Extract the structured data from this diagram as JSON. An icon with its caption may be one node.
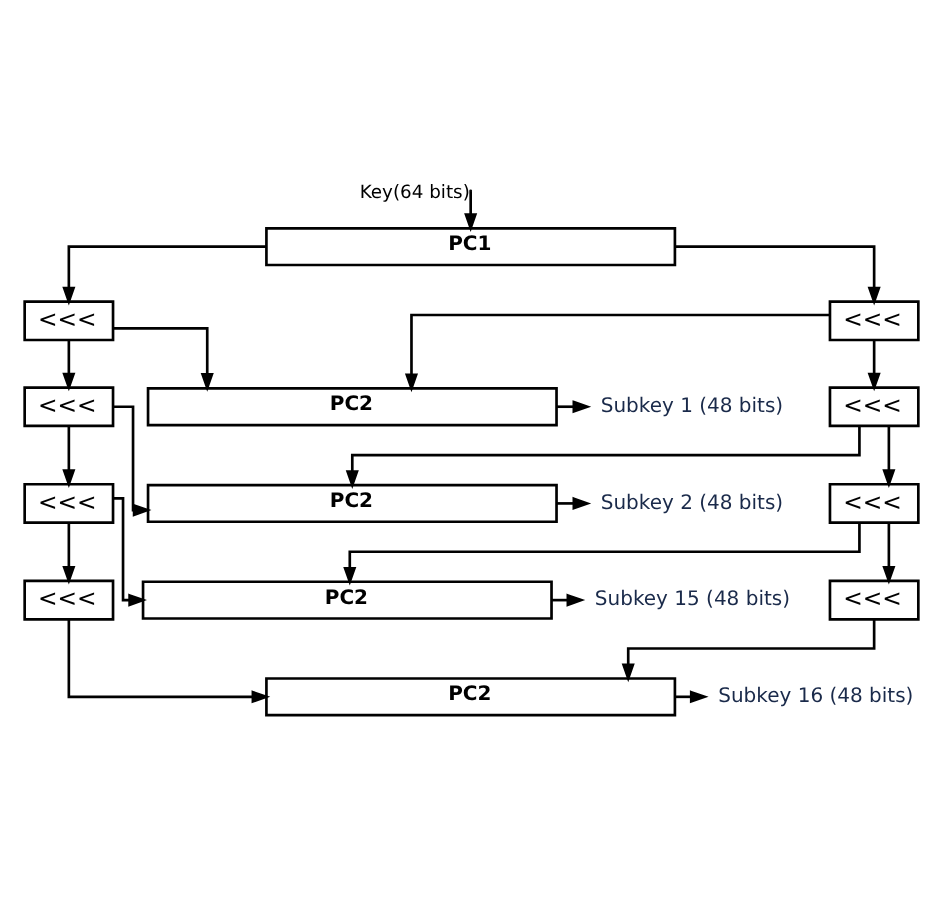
{
  "diagram": {
    "nodes": [
      {
        "text": [
          "PC1"
        ]
      },
      {
        "text": [
          "<<<"
        ]
      },
      {
        "text": [
          "<<<"
        ]
      },
      {
        "text": [
          "PC2"
        ]
      },
      {
        "text": [
          "Subkey 1 (48 bits)"
        ]
      },
      {
        "text": [
          "<<<"
        ]
      },
      {
        "text": [
          "<<<"
        ]
      },
      {
        "text": [
          "PC2"
        ]
      },
      {
        "text": [
          "Subkey 2 (48 bits)"
        ]
      },
      {
        "text": [
          "<<<"
        ]
      },
      {
        "text": [
          "<<<"
        ]
      },
      {
        "text": [
          "PC2"
        ]
      },
      {
        "text": [
          "Subkey 15 (48 bits)"
        ]
      },
      {
        "text": [
          "<<<"
        ]
      },
      {
        "text": [
          "<<<"
        ]
      },
      {
        "text": [
          "PC2"
        ]
      },
      {
        "text": [
          "Subkey 16 (48 bits)"
        ]
      }
    ],
    "edges": [
      {
        "from": null,
        "to": 0,
        "arrow": "to",
        "label": "Key(64 bits)"
      },
      {
        "from": 0,
        "to": 1,
        "arrow": "to"
      },
      {
        "from": 0,
        "to": 2,
        "arrow": "to"
      },
      {
        "from": 1,
        "to": 3,
        "arrow": "to"
      },
      {
        "from": 2,
        "to": 3,
        "arrow": "to"
      },
      {
        "from": 3,
        "to": 4,
        "arrow": "to"
      },
      {
        "from": 1,
        "to": 5,
        "arrow": "to"
      },
      {
        "from": 2,
        "to": 6,
        "arrow": "to"
      },
      {
        "from": 5,
        "to": 7,
        "arrow": "to"
      },
      {
        "from": 6,
        "to": 7,
        "arrow": "to"
      },
      {
        "from": 7,
        "to": 8,
        "arrow": "to"
      },
      {
        "from": 5,
        "to": 9,
        "arrow": "to"
      },
      {
        "from": 6,
        "to": 10,
        "arrow": "to"
      },
      {
        "from": 9,
        "to": 11,
        "arrow": "to"
      },
      {
        "from": 10,
        "to": 11,
        "arrow": "to"
      },
      {
        "from": 11,
        "to": 12,
        "arrow": "to"
      },
      {
        "from": 9,
        "to": 13,
        "arrow": "to"
      },
      {
        "from": 10,
        "to": 14,
        "arrow": "to"
      },
      {
        "from": 13,
        "to": 15,
        "arrow": "to"
      },
      {
        "from": 14,
        "to": 15,
        "arrow": "to"
      },
      {
        "from": 15,
        "to": 16,
        "arrow": "to"
      }
    ]
  }
}
